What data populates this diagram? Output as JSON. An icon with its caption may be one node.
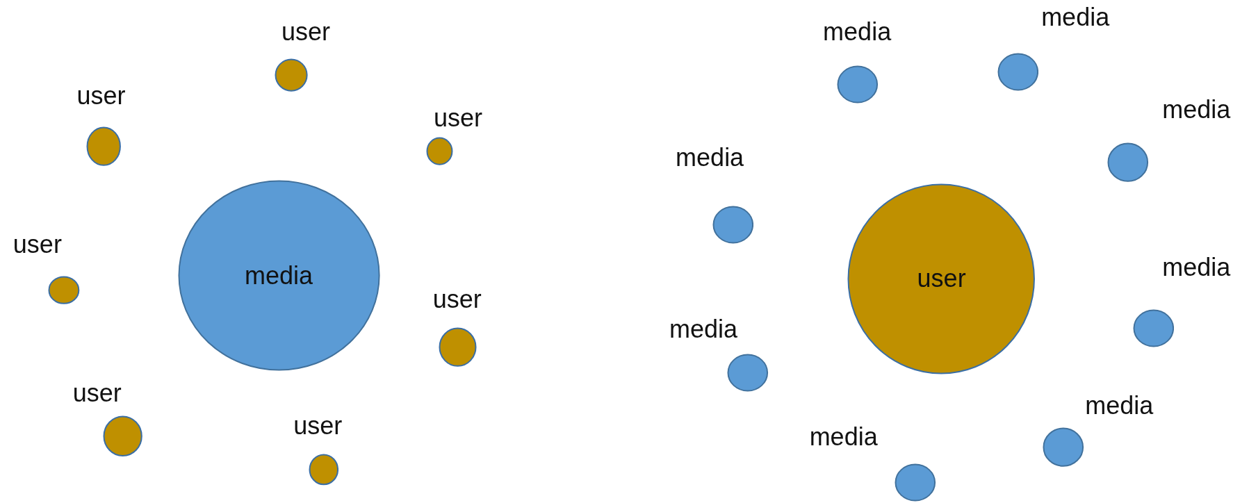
{
  "diagram": {
    "nodes": [
      {
        "text": [
          "media"
        ]
      },
      {
        "text": [],
        "shape": "circle",
        "beside": [
          "user"
        ]
      },
      {
        "text": [],
        "shape": "circle",
        "beside": [
          "user"
        ]
      },
      {
        "text": [],
        "shape": "circle",
        "beside": [
          "user"
        ]
      },
      {
        "text": [],
        "shape": "circle",
        "beside": [
          "user"
        ]
      },
      {
        "text": [],
        "shape": "circle",
        "beside": [
          "user"
        ]
      },
      {
        "text": [],
        "shape": "circle",
        "beside": [
          "user"
        ]
      },
      {
        "text": [],
        "shape": "circle",
        "beside": [
          "user"
        ]
      },
      {
        "text": [
          "user"
        ]
      },
      {
        "text": [],
        "shape": "circle",
        "beside": [
          "media"
        ]
      },
      {
        "text": [],
        "shape": "circle",
        "beside": [
          "media"
        ]
      },
      {
        "text": [],
        "shape": "circle",
        "beside": [
          "media"
        ]
      },
      {
        "text": [],
        "shape": "circle",
        "beside": [
          "media"
        ]
      },
      {
        "text": [],
        "shape": "circle",
        "beside": [
          "media"
        ]
      },
      {
        "text": [],
        "shape": "circle",
        "beside": [
          "media"
        ]
      },
      {
        "text": [],
        "shape": "circle",
        "beside": [
          "media"
        ]
      },
      {
        "text": [],
        "shape": "circle",
        "beside": [
          "media"
        ]
      }
    ]
  }
}
